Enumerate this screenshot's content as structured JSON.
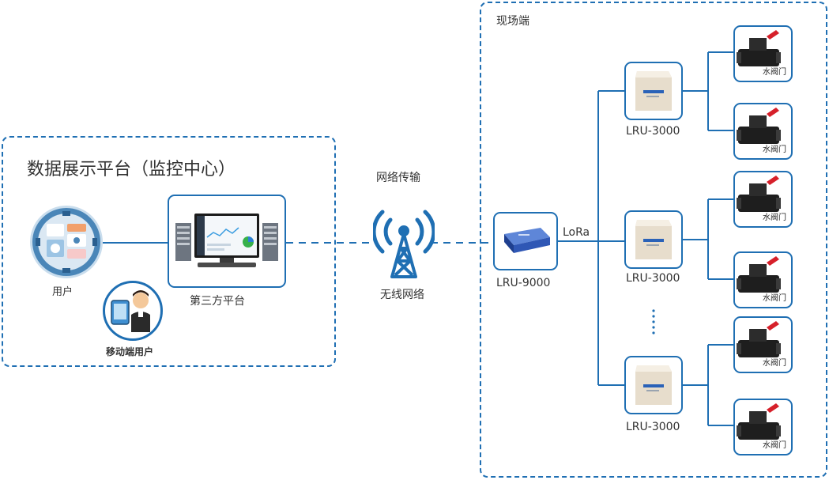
{
  "platform": {
    "title": "数据展示平台（监控中心）",
    "user_label": "用户",
    "mobile_user_label": "移动端用户",
    "third_party_label": "第三方平台"
  },
  "network": {
    "top_label": "网络传输",
    "bottom_label": "无线网络"
  },
  "field": {
    "title": "现场端",
    "gateway_label": "LRU-9000",
    "link_label": "LoRa",
    "node_labels": [
      "LRU-3000",
      "LRU-3000",
      "LRU-3000"
    ],
    "valve_label": "水阀门"
  },
  "colors": {
    "accent": "#1f6fb3",
    "dash": "#1f6fb3",
    "valve_body": "#1e1e1e",
    "valve_handle": "#d6202a"
  }
}
